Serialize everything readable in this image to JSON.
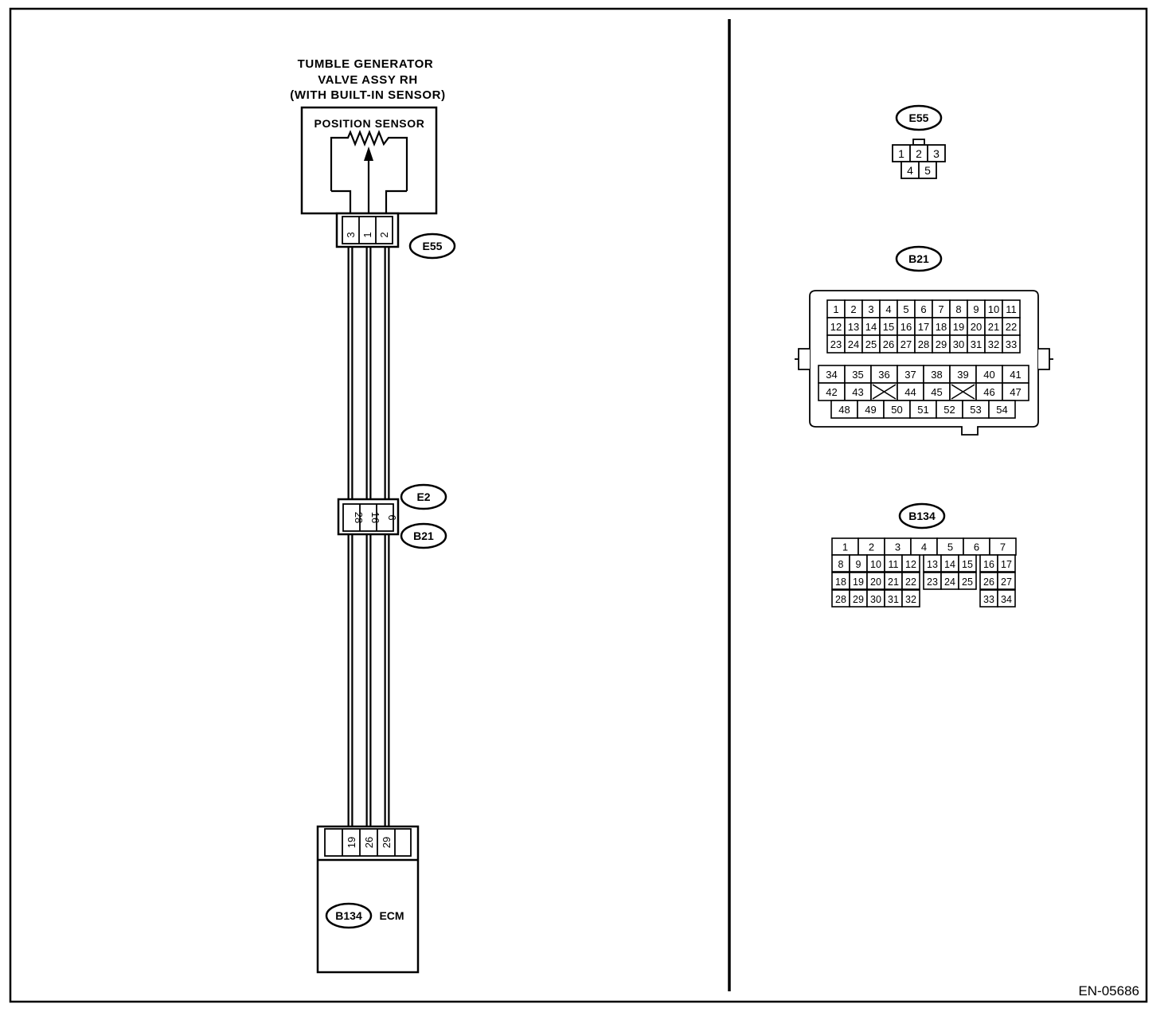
{
  "component": {
    "title_lines": [
      "TUMBLE GENERATOR",
      "VALVE ASSY RH",
      "(WITH BUILT-IN SENSOR)"
    ],
    "sensor_label": "POSITION SENSOR"
  },
  "harness": {
    "e55_pins": [
      "3",
      "1",
      "2"
    ],
    "e55_tag": "E55",
    "e2_tag": "E2",
    "b21_tag": "B21",
    "b21_pins": [
      "28",
      "16",
      "6"
    ],
    "b134_pins": [
      "19",
      "26",
      "29"
    ]
  },
  "ecm": {
    "tag": "B134",
    "label": "ECM"
  },
  "views": {
    "e55": {
      "tag": "E55",
      "row1": [
        "1",
        "2",
        "3"
      ],
      "row2": [
        "4",
        "5"
      ]
    },
    "b21": {
      "tag": "B21",
      "upper_rows": [
        [
          "1",
          "2",
          "3",
          "4",
          "5",
          "6",
          "7",
          "8",
          "9",
          "10",
          "11"
        ],
        [
          "12",
          "13",
          "14",
          "15",
          "16",
          "17",
          "18",
          "19",
          "20",
          "21",
          "22"
        ],
        [
          "23",
          "24",
          "25",
          "26",
          "27",
          "28",
          "29",
          "30",
          "31",
          "32",
          "33"
        ]
      ],
      "lower_row1": [
        "34",
        "35",
        "36",
        "37",
        "38",
        "39",
        "40",
        "41"
      ],
      "lower_row2": [
        "42",
        "43",
        "",
        "44",
        "45",
        "",
        "46",
        "47"
      ],
      "lower_row3": [
        "48",
        "49",
        "50",
        "51",
        "52",
        "53",
        "54"
      ]
    },
    "b134": {
      "tag": "B134",
      "row1": [
        "1",
        "2",
        "3",
        "4",
        "5",
        "6",
        "7"
      ],
      "row2": [
        "8",
        "9",
        "10",
        "11",
        "12",
        "13",
        "14",
        "15",
        "16",
        "17"
      ],
      "row3": [
        "18",
        "19",
        "20",
        "21",
        "22",
        "23",
        "24",
        "25",
        "26",
        "27"
      ],
      "row4": [
        "28",
        "29",
        "30",
        "31",
        "32",
        "33",
        "34"
      ]
    }
  },
  "figure_code": "EN-05686"
}
